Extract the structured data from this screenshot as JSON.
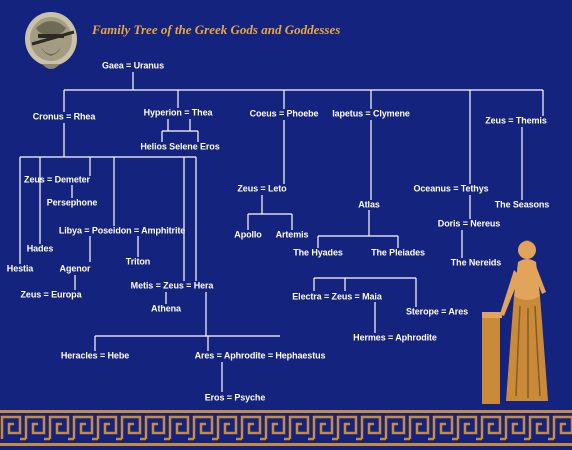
{
  "title": "Family Tree of the Greek Gods and Goddesses",
  "colors": {
    "background": "#14237e",
    "text": "#ffffff",
    "title": "#e8a642",
    "lines": "#ffffff",
    "border": "#c98a3a"
  },
  "nodes": {
    "gaea_uranus": "Gaea = Uranus",
    "cronus_rhea": "Cronus = Rhea",
    "hyperion_thea": "Hyperion = Thea",
    "coeus_phoebe": "Coeus = Phoebe",
    "iapetus_clymene": "Iapetus = Clymene",
    "zeus_themis": "Zeus = Themis",
    "helios_selene_eros": "Helios Selene Eros",
    "zeus_demeter": "Zeus = Demeter",
    "persephone": "Persephone",
    "libya_poseidon_amphitrite": "Libya = Poseidon = Amphitrite",
    "hades": "Hades",
    "hestia": "Hestia",
    "agenor": "Agenor",
    "triton": "Triton",
    "zeus_europa": "Zeus = Europa",
    "zeus_leto": "Zeus = Leto",
    "apollo": "Apollo",
    "artemis": "Artemis",
    "atlas": "Atlas",
    "oceanus_tethys": "Oceanus = Tethys",
    "the_seasons": "The Seasons",
    "doris_nereus": "Doris = Nereus",
    "the_hyades": "The Hyades",
    "the_pleiades": "The Pleiades",
    "the_nereids": "The Nereids",
    "metis_zeus_hera": "Metis = Zeus = Hera",
    "athena": "Athena",
    "electra_zeus_maia": "Electra = Zeus = Maia",
    "sterope_ares": "Sterope = Ares",
    "hermes_aphrodite": "Hermes = Aphrodite",
    "heracles_hebe": "Heracles = Hebe",
    "ares_aphrodite_hephaestus": "Ares = Aphrodite = Hephaestus",
    "eros_psyche": "Eros = Psyche"
  }
}
